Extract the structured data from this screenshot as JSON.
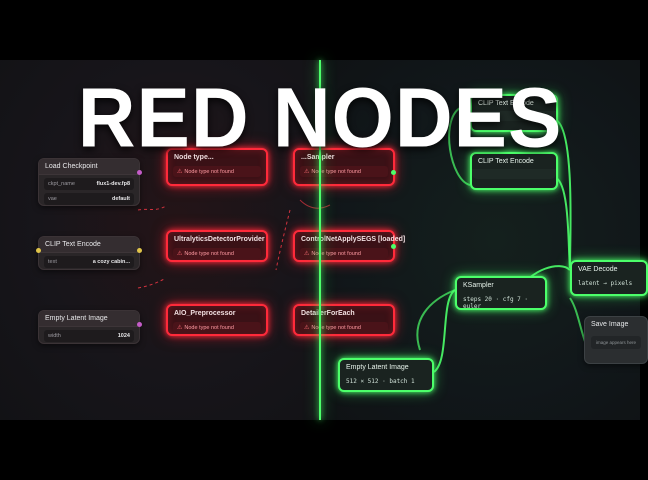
{
  "overlay": {
    "title": "RED NODES"
  },
  "colors": {
    "error_red": "#ff2a3a",
    "ok_green": "#4cff6a",
    "canvas_bg": "#141416"
  },
  "left_nodes": {
    "load_checkpoint": {
      "title": "Load Checkpoint",
      "rows": [
        {
          "label": "ckpt_name",
          "value": "flux1-dev.fp8"
        },
        {
          "label": "vae",
          "value": "default"
        }
      ]
    },
    "clip_text_encode": {
      "title": "CLIP Text Encode",
      "rows": [
        {
          "label": "text",
          "value": "a cozy cabin..."
        }
      ]
    },
    "empty_latent_image": {
      "title": "Empty Latent Image",
      "rows": [
        {
          "label": "width",
          "value": "1024"
        }
      ]
    }
  },
  "red_nodes": {
    "error_text": "Node type not found",
    "items": [
      {
        "title": "Node type..."
      },
      {
        "title": "...Sampler"
      },
      {
        "title": "UltralyticsDetectorProvider"
      },
      {
        "title": "ControlNetApplySEGS [loaded]"
      },
      {
        "title": "AIO_Preprocessor"
      },
      {
        "title": "DetailerForEach"
      }
    ]
  },
  "green_nodes": {
    "clip_text_encode_1": {
      "title": "CLIP Text Encode"
    },
    "clip_text_encode_2": {
      "title": "CLIP Text Encode"
    },
    "ksampler": {
      "title": "KSampler",
      "body": "steps 20 · cfg 7 · euler"
    },
    "empty_latent_image": {
      "title": "Empty Latent Image",
      "body": "512 × 512 · batch 1"
    },
    "vae_decode": {
      "title": "VAE Decode",
      "body": "latent → pixels"
    }
  },
  "save_image": {
    "title": "Save Image",
    "preview": "image appears here"
  }
}
